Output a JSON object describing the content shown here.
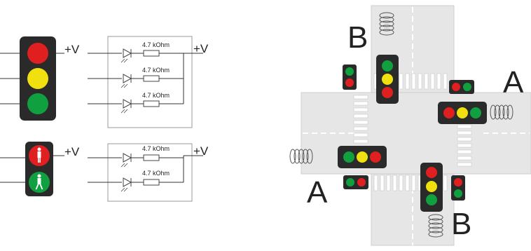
{
  "left_panel": {
    "supply_label": "+V",
    "resistor_label": "4.7 kOhm",
    "vehicle_light_colors": [
      "#e02020",
      "#f0e010",
      "#10a040"
    ],
    "pedestrian_colors": [
      "#e02020",
      "#10a040"
    ]
  },
  "intersection": {
    "approach_labels": {
      "a_top_right": "A",
      "a_bottom_left": "A",
      "b_top_left": "B",
      "b_bottom_right": "B"
    },
    "colors": {
      "road": "#e6e6e6",
      "housing": "#2a2a2a",
      "red": "#e02020",
      "yellow": "#f0e010",
      "green": "#10a040"
    }
  }
}
